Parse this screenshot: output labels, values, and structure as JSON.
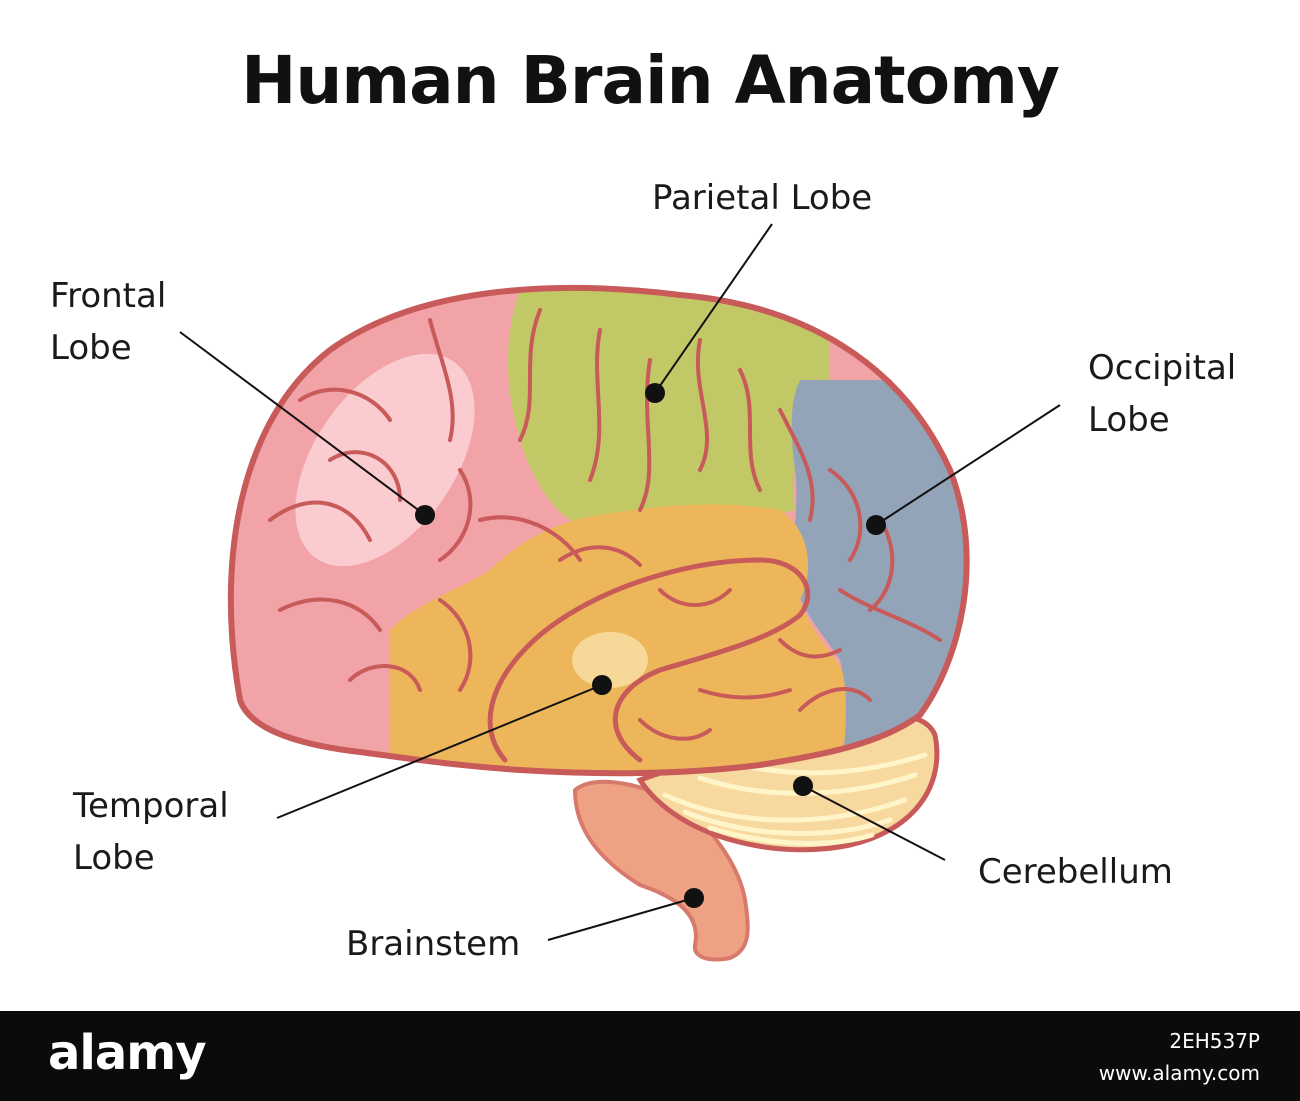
{
  "title": "Human Brain Anatomy",
  "labels": {
    "frontal_1": "Frontal",
    "frontal_2": "Lobe",
    "parietal": "Parietal Lobe",
    "occipital_1": "Occipital",
    "occipital_2": "Lobe",
    "temporal_1": "Temporal",
    "temporal_2": "Lobe",
    "cerebellum": "Cerebellum",
    "brainstem": "Brainstem"
  },
  "colors": {
    "frontal": "#f2a3a8",
    "parietal": "#c3c866",
    "occipital": "#93a4b8",
    "temporal": "#edb65a",
    "cerebellum": "#f7d9a0",
    "brainstem": "#eea183",
    "outline": "#c85a5a"
  },
  "footer": {
    "brand": "alamy",
    "image_id": "2EH537P",
    "site": "www.alamy.com"
  }
}
